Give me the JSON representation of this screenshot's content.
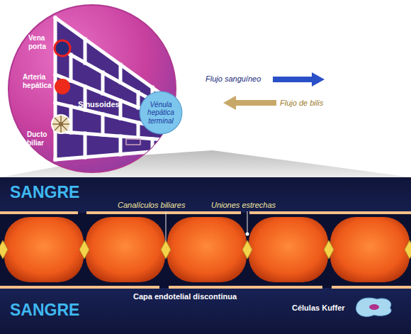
{
  "diagram": {
    "nodes": [
      {
        "text": [
          "Vénula hepática terminal"
        ]
      },
      {
        "text": [
          "SANGRE"
        ]
      },
      {
        "text": [
          "SANGRE"
        ]
      }
    ],
    "labels": [
      "Vena porta",
      "Arteria hepática",
      "Ducto biliar",
      "Sinusoides",
      "Flujo sanguíneo",
      "Flujo de bilis",
      "Canalículos biliares",
      "Uniones estrechas",
      "Capa endotelial discontinua",
      "Células Kuffer"
    ]
  }
}
